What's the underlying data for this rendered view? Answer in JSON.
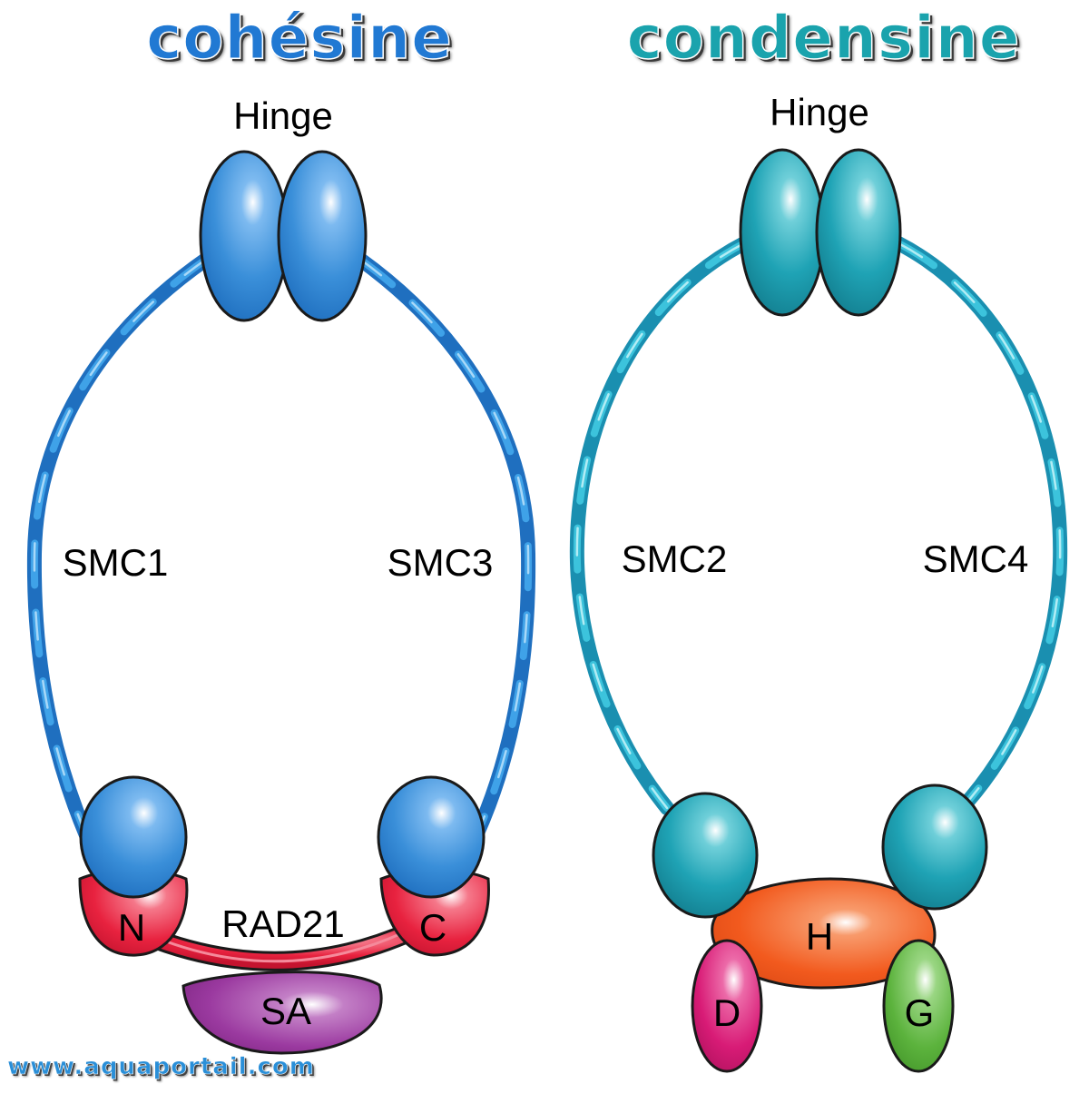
{
  "colors": {
    "cohesin_blue": "#3a8fd9",
    "cohesin_strand": "#2b86d6",
    "condensin_teal": "#1fa3b5",
    "condensin_strand": "#2bb3cf",
    "red": "#e8223f",
    "purple": "#9b3aa0",
    "orange": "#f25a1e",
    "magenta": "#d81b76",
    "green": "#5cb33d",
    "title_left": "#2179d3",
    "title_right": "#1aa3ad",
    "footer": "#2a8fd8"
  },
  "cohesin": {
    "title": "cohésine",
    "hinge": "Hinge",
    "smc_left": "SMC1",
    "smc_right": "SMC3",
    "kleisin": "RAD21",
    "n_cap": "N",
    "c_cap": "C",
    "sa": "SA"
  },
  "condensin": {
    "title": "condensine",
    "hinge": "Hinge",
    "smc_left": "SMC2",
    "smc_right": "SMC4",
    "h": "H",
    "d": "D",
    "g": "G"
  },
  "footer": {
    "url": "www.aquaportail.com"
  }
}
